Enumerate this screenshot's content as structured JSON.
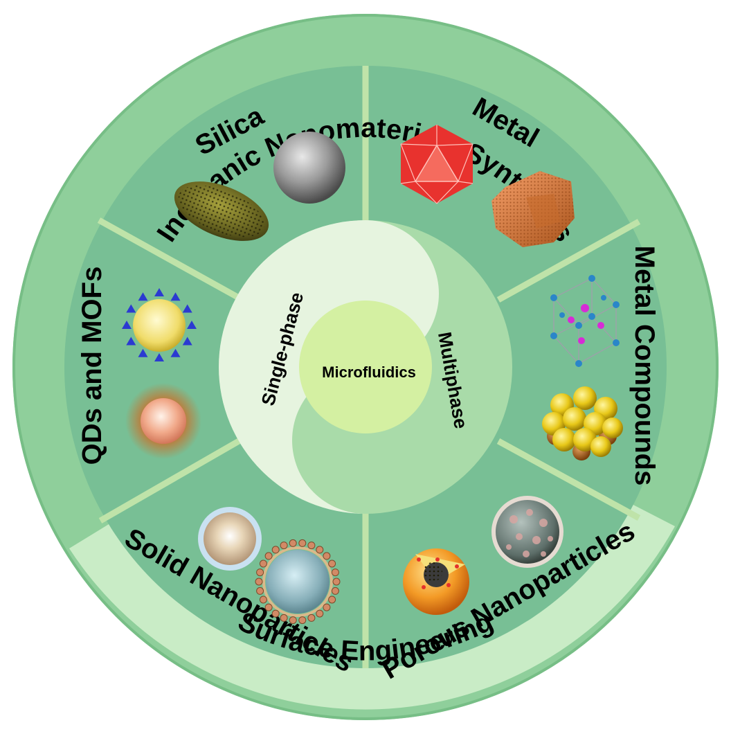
{
  "outer_ring": {
    "top_label": "Inorganic Nanomaterials Synthesis",
    "bottom_label": "Surface Engineering"
  },
  "segments": [
    {
      "key": "silica",
      "label": "Silica"
    },
    {
      "key": "metal",
      "label": "Metal"
    },
    {
      "key": "metal-compounds",
      "label": "Metal Compounds"
    },
    {
      "key": "porous",
      "label": "Porous Nanoparticles"
    },
    {
      "key": "solid",
      "label": "Solid Nanoparticles"
    },
    {
      "key": "qds-mofs",
      "label": "QDs and MOFs"
    }
  ],
  "inner": {
    "left_label": "Single-phase",
    "right_label": "Multiphase",
    "core_label": "Microfluidics"
  },
  "colors": {
    "outer_ring": "#8fcf9b",
    "outer_ring_light": "#c9ecc6",
    "segment": "#78bf95",
    "divider": "#bfe3a9",
    "single_phase": "#e6f4df",
    "multiphase": "#a9dba9",
    "core": "#d4f0a2"
  }
}
